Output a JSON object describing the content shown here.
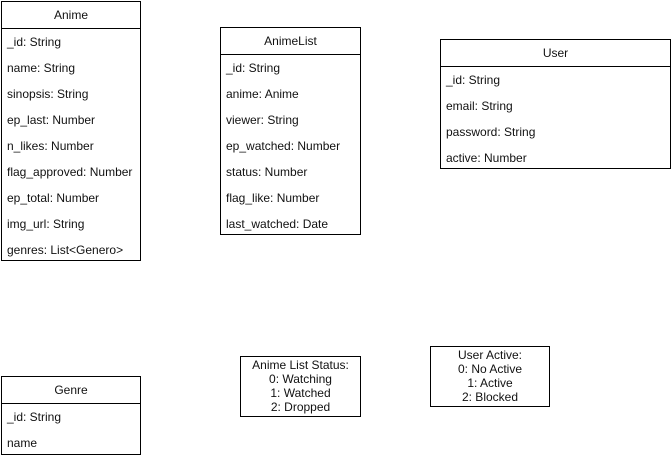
{
  "entities": {
    "anime": {
      "title": "Anime",
      "fields": [
        "_id: String",
        "name: String",
        "sinopsis: String",
        "ep_last: Number",
        "n_likes: Number",
        "flag_approved: Number",
        "ep_total: Number",
        "img_url: String",
        "genres: List<Genero>"
      ]
    },
    "animelist": {
      "title": "AnimeList",
      "fields": [
        "_id: String",
        "anime: Anime",
        "viewer: String",
        "ep_watched: Number",
        "status: Number",
        "flag_like: Number",
        "last_watched: Date"
      ]
    },
    "user": {
      "title": "User",
      "fields": [
        "_id: String",
        "email: String",
        "password: String",
        "active: Number"
      ]
    },
    "genre": {
      "title": "Genre",
      "fields": [
        "_id: String",
        "name"
      ]
    }
  },
  "notes": {
    "anime_list_status": [
      "Anime List Status:",
      "0: Watching",
      "1: Watched",
      "2: Dropped"
    ],
    "user_active": [
      "User Active:",
      "0: No Active",
      "1: Active",
      "2: Blocked"
    ]
  }
}
